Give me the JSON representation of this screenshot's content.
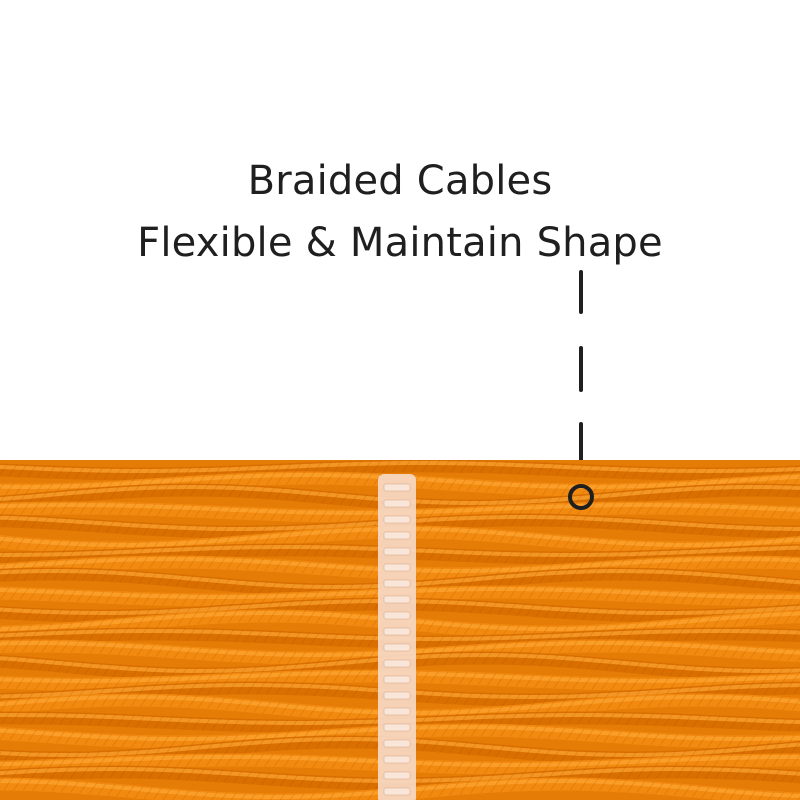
{
  "headline": {
    "line1": "Braided Cables",
    "line2": "Flexible & Maintain Shape"
  },
  "colors": {
    "background": "#ffffff",
    "text": "#1f1f1f",
    "cable": "#f28a10",
    "cable_dark": "#d96f00",
    "cable_light": "#ffa733",
    "tie": "#f6d8c4"
  },
  "illustration": {
    "subject": "bundle of orange braided cables with a clear cable tie",
    "callout": "dashed pointer line ending in a ring marker"
  }
}
